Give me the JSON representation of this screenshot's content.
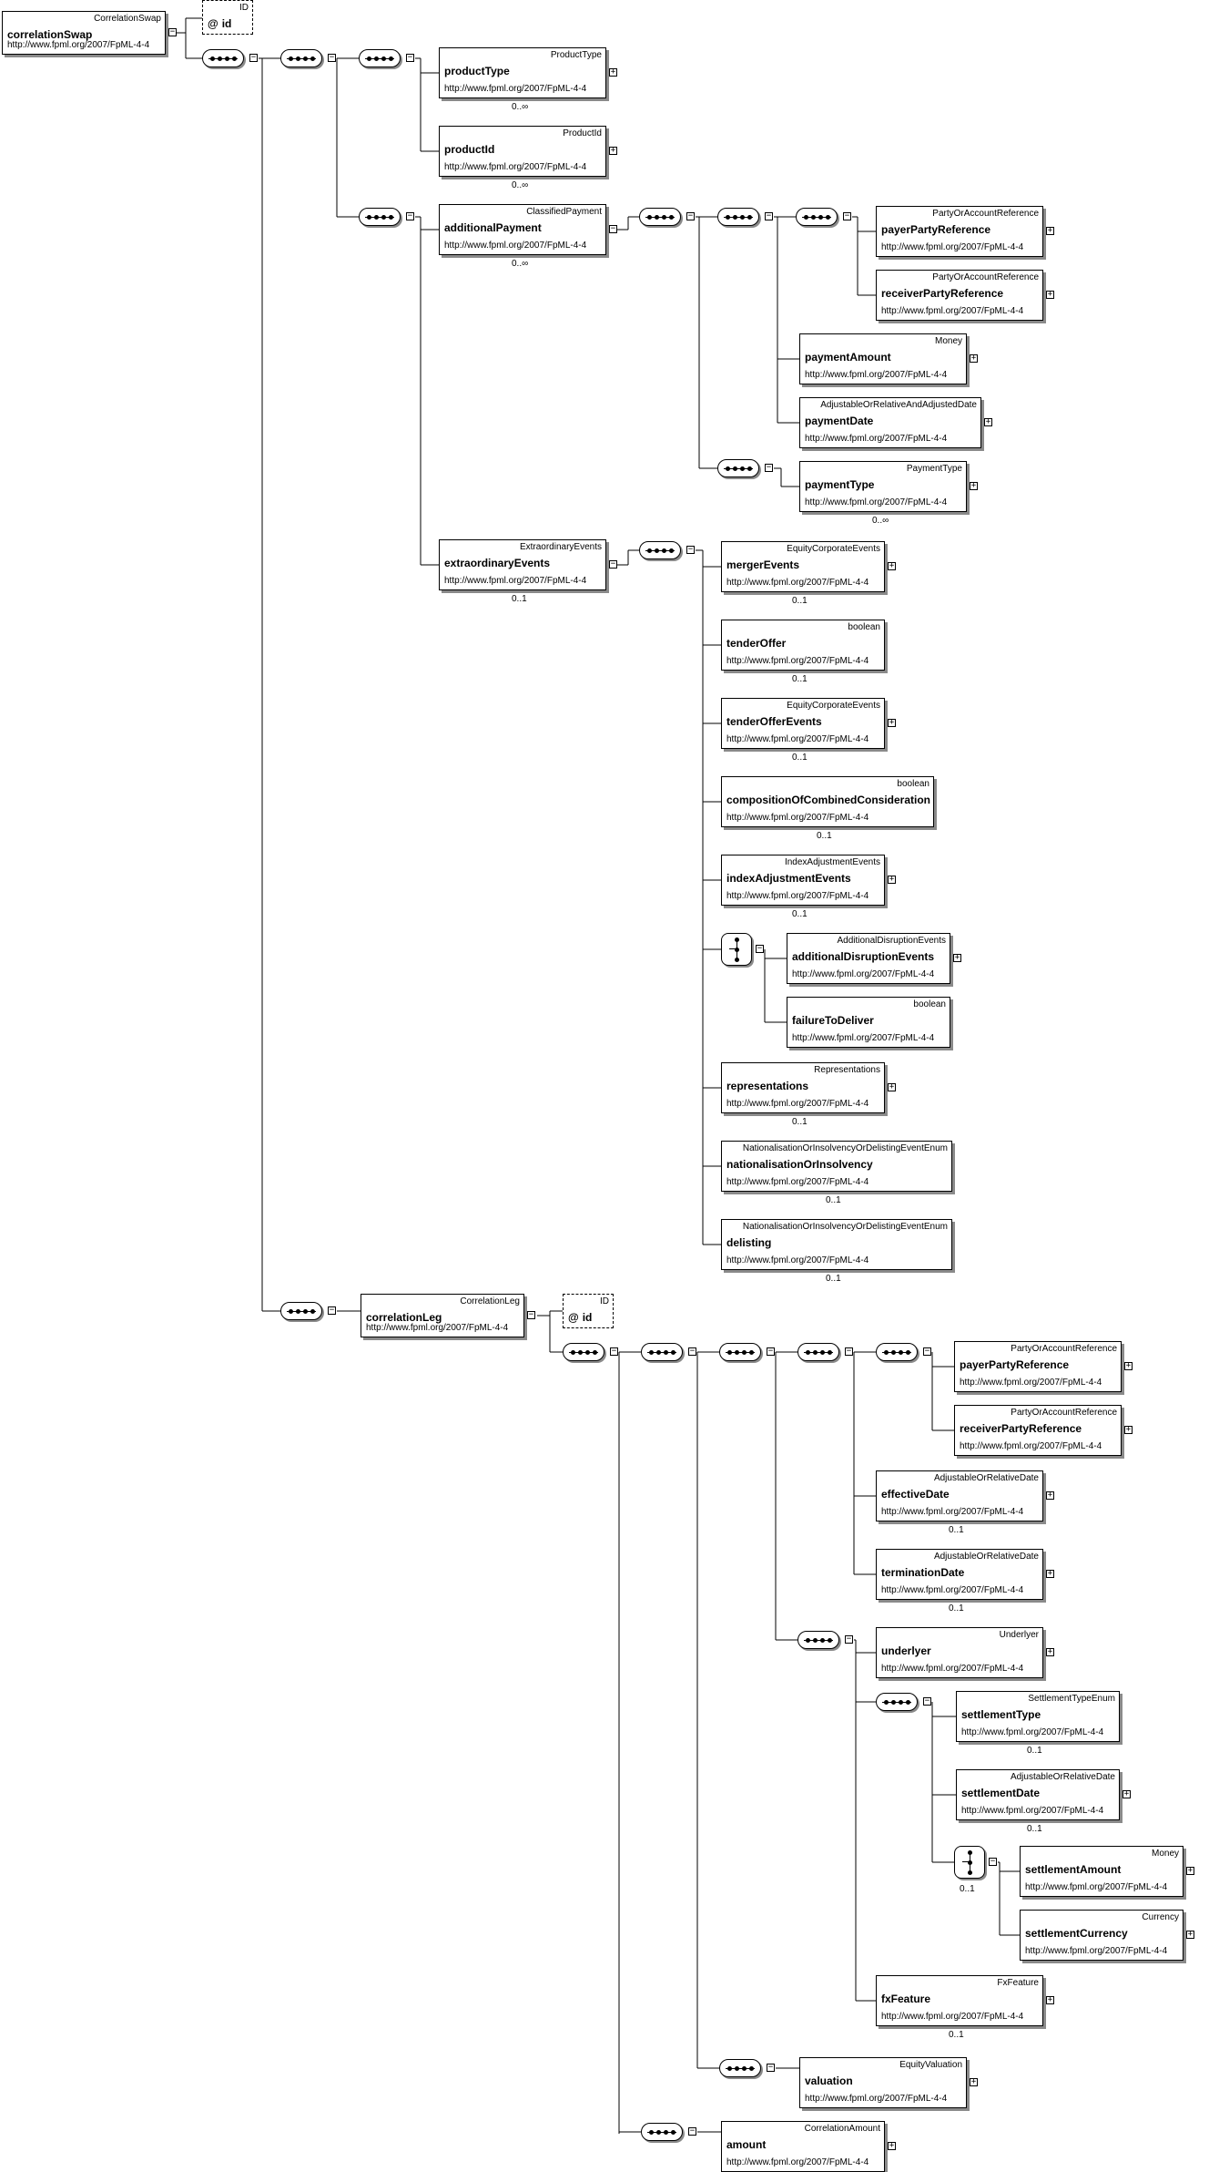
{
  "diagram": {
    "namespace": "http://www.fpml.org/2007/FpML-4-4",
    "expand_plus": "+",
    "collapse_minus": "−",
    "attribute_marker": "@",
    "root": {
      "type": "CorrelationSwap",
      "name": "correlationSwap"
    },
    "root_id_attr": {
      "type": "ID",
      "name": "id"
    },
    "elements": [
      {
        "type": "ProductType",
        "name": "productType",
        "cardinality": "0..∞"
      },
      {
        "type": "ProductId",
        "name": "productId",
        "cardinality": "0..∞"
      },
      {
        "type": "ClassifiedPayment",
        "name": "additionalPayment",
        "cardinality": "0..∞"
      },
      {
        "type": "PartyOrAccountReference",
        "name": "payerPartyReference",
        "cardinality": ""
      },
      {
        "type": "PartyOrAccountReference",
        "name": "receiverPartyReference",
        "cardinality": ""
      },
      {
        "type": "Money",
        "name": "paymentAmount",
        "cardinality": ""
      },
      {
        "type": "AdjustableOrRelativeAndAdjustedDate",
        "name": "paymentDate",
        "cardinality": ""
      },
      {
        "type": "PaymentType",
        "name": "paymentType",
        "cardinality": "0..∞"
      },
      {
        "type": "ExtraordinaryEvents",
        "name": "extraordinaryEvents",
        "cardinality": "0..1"
      },
      {
        "type": "EquityCorporateEvents",
        "name": "mergerEvents",
        "cardinality": "0..1"
      },
      {
        "type": "boolean",
        "name": "tenderOffer",
        "cardinality": "0..1"
      },
      {
        "type": "EquityCorporateEvents",
        "name": "tenderOfferEvents",
        "cardinality": "0..1"
      },
      {
        "type": "boolean",
        "name": "compositionOfCombinedConsideration",
        "cardinality": "0..1"
      },
      {
        "type": "IndexAdjustmentEvents",
        "name": "indexAdjustmentEvents",
        "cardinality": "0..1"
      },
      {
        "type": "AdditionalDisruptionEvents",
        "name": "additionalDisruptionEvents",
        "cardinality": ""
      },
      {
        "type": "boolean",
        "name": "failureToDeliver",
        "cardinality": ""
      },
      {
        "type": "Representations",
        "name": "representations",
        "cardinality": "0..1"
      },
      {
        "type": "NationalisationOrInsolvencyOrDelistingEventEnum",
        "name": "nationalisationOrInsolvency",
        "cardinality": "0..1"
      },
      {
        "type": "NationalisationOrInsolvencyOrDelistingEventEnum",
        "name": "delisting",
        "cardinality": "0..1"
      },
      {
        "type": "CorrelationLeg",
        "name": "correlationLeg",
        "cardinality": ""
      },
      {
        "type": "PartyOrAccountReference",
        "name": "payerPartyReference",
        "cardinality": ""
      },
      {
        "type": "PartyOrAccountReference",
        "name": "receiverPartyReference",
        "cardinality": ""
      },
      {
        "type": "AdjustableOrRelativeDate",
        "name": "effectiveDate",
        "cardinality": "0..1"
      },
      {
        "type": "AdjustableOrRelativeDate",
        "name": "terminationDate",
        "cardinality": "0..1"
      },
      {
        "type": "Underlyer",
        "name": "underlyer",
        "cardinality": ""
      },
      {
        "type": "SettlementTypeEnum",
        "name": "settlementType",
        "cardinality": "0..1"
      },
      {
        "type": "AdjustableOrRelativeDate",
        "name": "settlementDate",
        "cardinality": "0..1"
      },
      {
        "type": "Money",
        "name": "settlementAmount",
        "cardinality": ""
      },
      {
        "type": "Currency",
        "name": "settlementCurrency",
        "cardinality": ""
      },
      {
        "type": "FxFeature",
        "name": "fxFeature",
        "cardinality": "0..1"
      },
      {
        "type": "EquityValuation",
        "name": "valuation",
        "cardinality": ""
      },
      {
        "type": "CorrelationAmount",
        "name": "amount",
        "cardinality": ""
      }
    ],
    "leg_id_attr": {
      "type": "ID",
      "name": "id"
    },
    "settlement_choice_cardinality": "0..1"
  }
}
